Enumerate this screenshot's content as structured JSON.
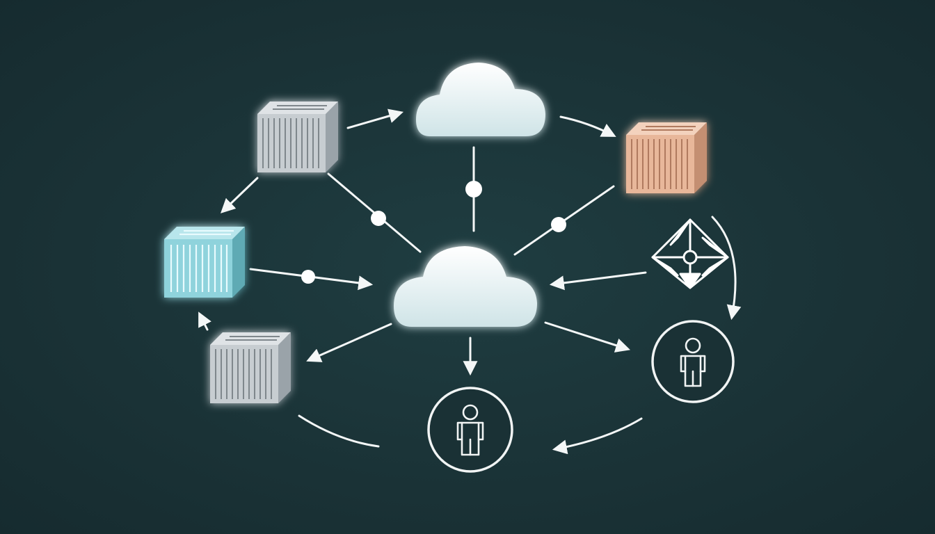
{
  "colors": {
    "background": "#1b3438",
    "line": "#f4f7f7",
    "cloud_top": "#ffffff",
    "cloud_bottom": "#cfe4e7",
    "container_gray": "#c7cdd1",
    "container_teal": "#8fd3dc",
    "container_peach": "#e8b79a",
    "user_ring": "#f1f4f4"
  },
  "nodes": {
    "cloud_top": {
      "icon": "cloud-icon"
    },
    "cloud_center": {
      "icon": "cloud-icon"
    },
    "container_top_left": {
      "icon": "shipping-container-icon",
      "tint": "gray"
    },
    "container_left": {
      "icon": "shipping-container-icon",
      "tint": "teal"
    },
    "container_bottom_left": {
      "icon": "shipping-container-icon",
      "tint": "gray"
    },
    "container_right": {
      "icon": "shipping-container-icon",
      "tint": "peach"
    },
    "network_hub": {
      "icon": "network-hub-icon"
    },
    "user_bottom": {
      "icon": "user-icon"
    },
    "user_right": {
      "icon": "user-icon"
    }
  }
}
